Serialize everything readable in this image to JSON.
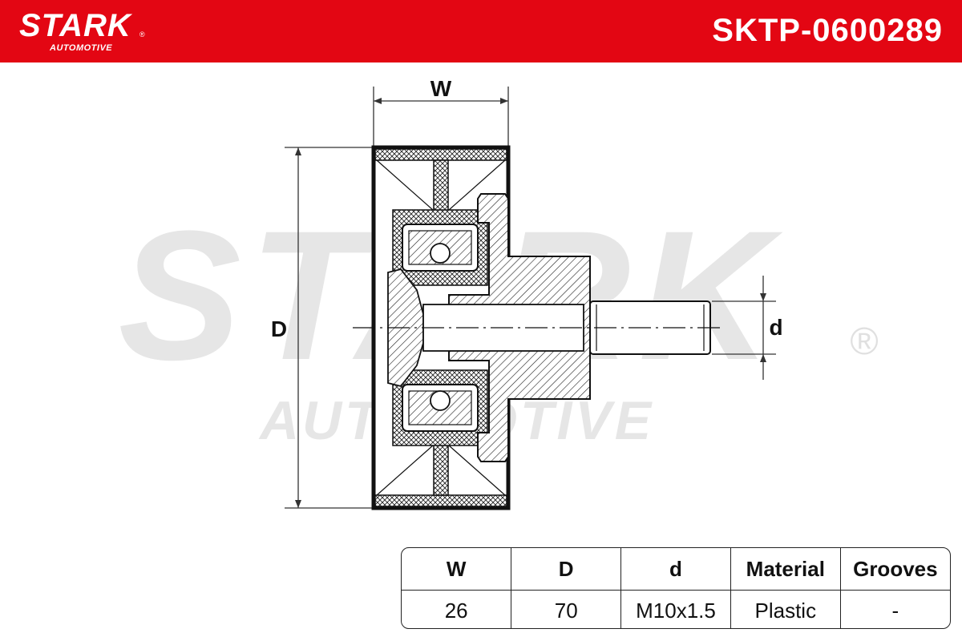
{
  "brand": {
    "name": "STARK",
    "registered": "®",
    "subtitle": "AUTOMOTIVE",
    "color": "#e30613"
  },
  "part_number": "SKTP-0600289",
  "diagram": {
    "watermark_main": "STARK",
    "watermark_sub": "AUTOMOTIVE",
    "watermark_reg": "®",
    "label_width": "W",
    "label_diameter": "D",
    "label_thread": "d"
  },
  "specs": {
    "headers": [
      "W",
      "D",
      "d",
      "Material",
      "Grooves"
    ],
    "values": [
      "26",
      "70",
      "M10x1.5",
      "Plastic",
      "-"
    ]
  }
}
